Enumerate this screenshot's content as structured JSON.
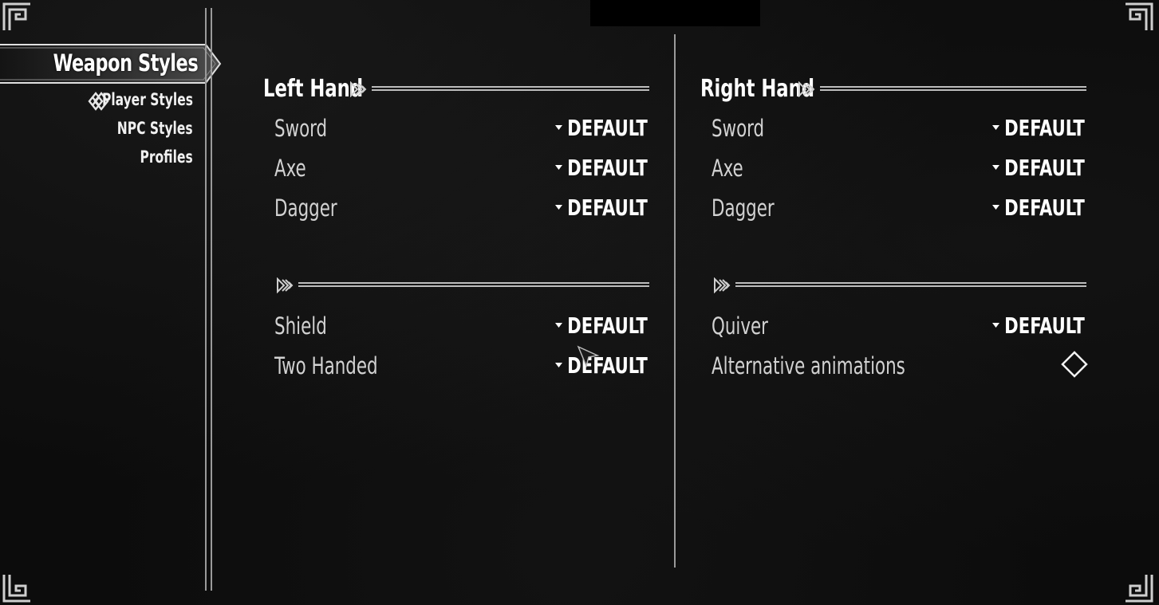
{
  "sidebar": {
    "active": "Weapon Styles",
    "items": [
      "Player Styles",
      "NPC Styles",
      "Profiles"
    ]
  },
  "left": {
    "title": "Left Hand",
    "group1": [
      {
        "name": "Sword",
        "value": "DEFAULT"
      },
      {
        "name": "Axe",
        "value": "DEFAULT"
      },
      {
        "name": "Dagger",
        "value": "DEFAULT"
      }
    ],
    "group2": [
      {
        "name": "Shield",
        "value": "DEFAULT"
      },
      {
        "name": "Two Handed",
        "value": "DEFAULT"
      }
    ]
  },
  "right": {
    "title": "Right Hand",
    "group1": [
      {
        "name": "Sword",
        "value": "DEFAULT"
      },
      {
        "name": "Axe",
        "value": "DEFAULT"
      },
      {
        "name": "Dagger",
        "value": "DEFAULT"
      }
    ],
    "group2": [
      {
        "name": "Quiver",
        "value": "DEFAULT"
      },
      {
        "name": "Alternative animations",
        "toggle": false
      }
    ]
  },
  "icons": {
    "corner": "knot-corner-icon",
    "divider": "knot-divider-icon",
    "selector": "selector-knot-icon",
    "dropdown": "dropdown-bullet-icon",
    "toggle": "diamond-toggle-icon",
    "cursor": "arrow-cursor-icon"
  },
  "colors": {
    "background": "#0c0c0c",
    "text": "#ffffff",
    "label": "#d2d2d2",
    "rule": "#bdbdbd"
  }
}
